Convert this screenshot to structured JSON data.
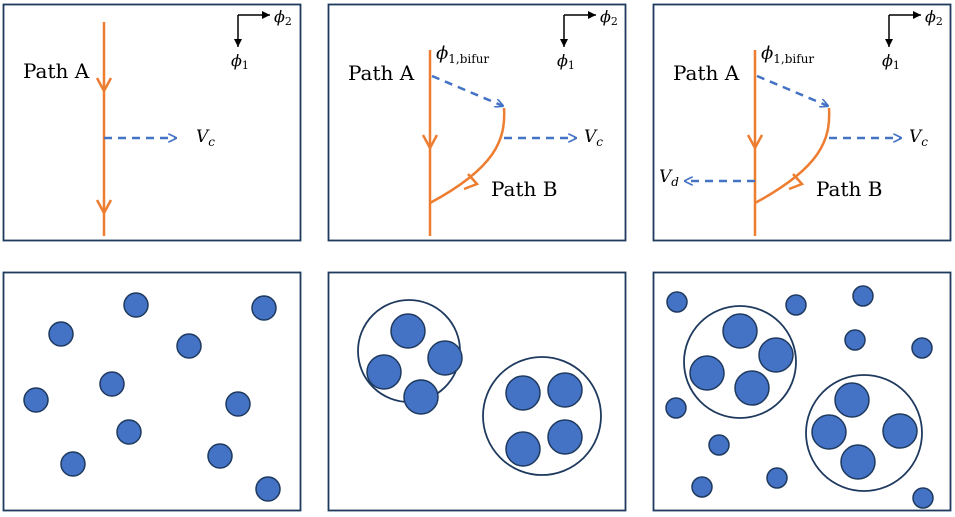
{
  "top_panels": [
    {
      "path_a_label": "Path A",
      "vc_main": "V",
      "vc_sub": "c",
      "phi1_main": "ϕ",
      "phi1_sub": "1",
      "phi2_main": "ϕ",
      "phi2_sub": "2"
    },
    {
      "path_a_label": "Path A",
      "path_b_label": "Path B",
      "bifur_main": "ϕ",
      "bifur_sub": "1,bifur",
      "vc_main": "V",
      "vc_sub": "c",
      "phi1_main": "ϕ",
      "phi1_sub": "1",
      "phi2_main": "ϕ",
      "phi2_sub": "2"
    },
    {
      "path_a_label": "Path A",
      "path_b_label": "Path B",
      "bifur_main": "ϕ",
      "bifur_sub": "1,bifur",
      "vc_main": "V",
      "vc_sub": "c",
      "vd_main": "V",
      "vd_sub": "d",
      "phi1_main": "ϕ",
      "phi1_sub": "1",
      "phi2_main": "ϕ",
      "phi2_sub": "2"
    }
  ],
  "colors": {
    "orange": "#ED7D31",
    "blue_dash": "#4472C4",
    "particle_fill": "#4472C4",
    "border": "#1F3A5F"
  }
}
